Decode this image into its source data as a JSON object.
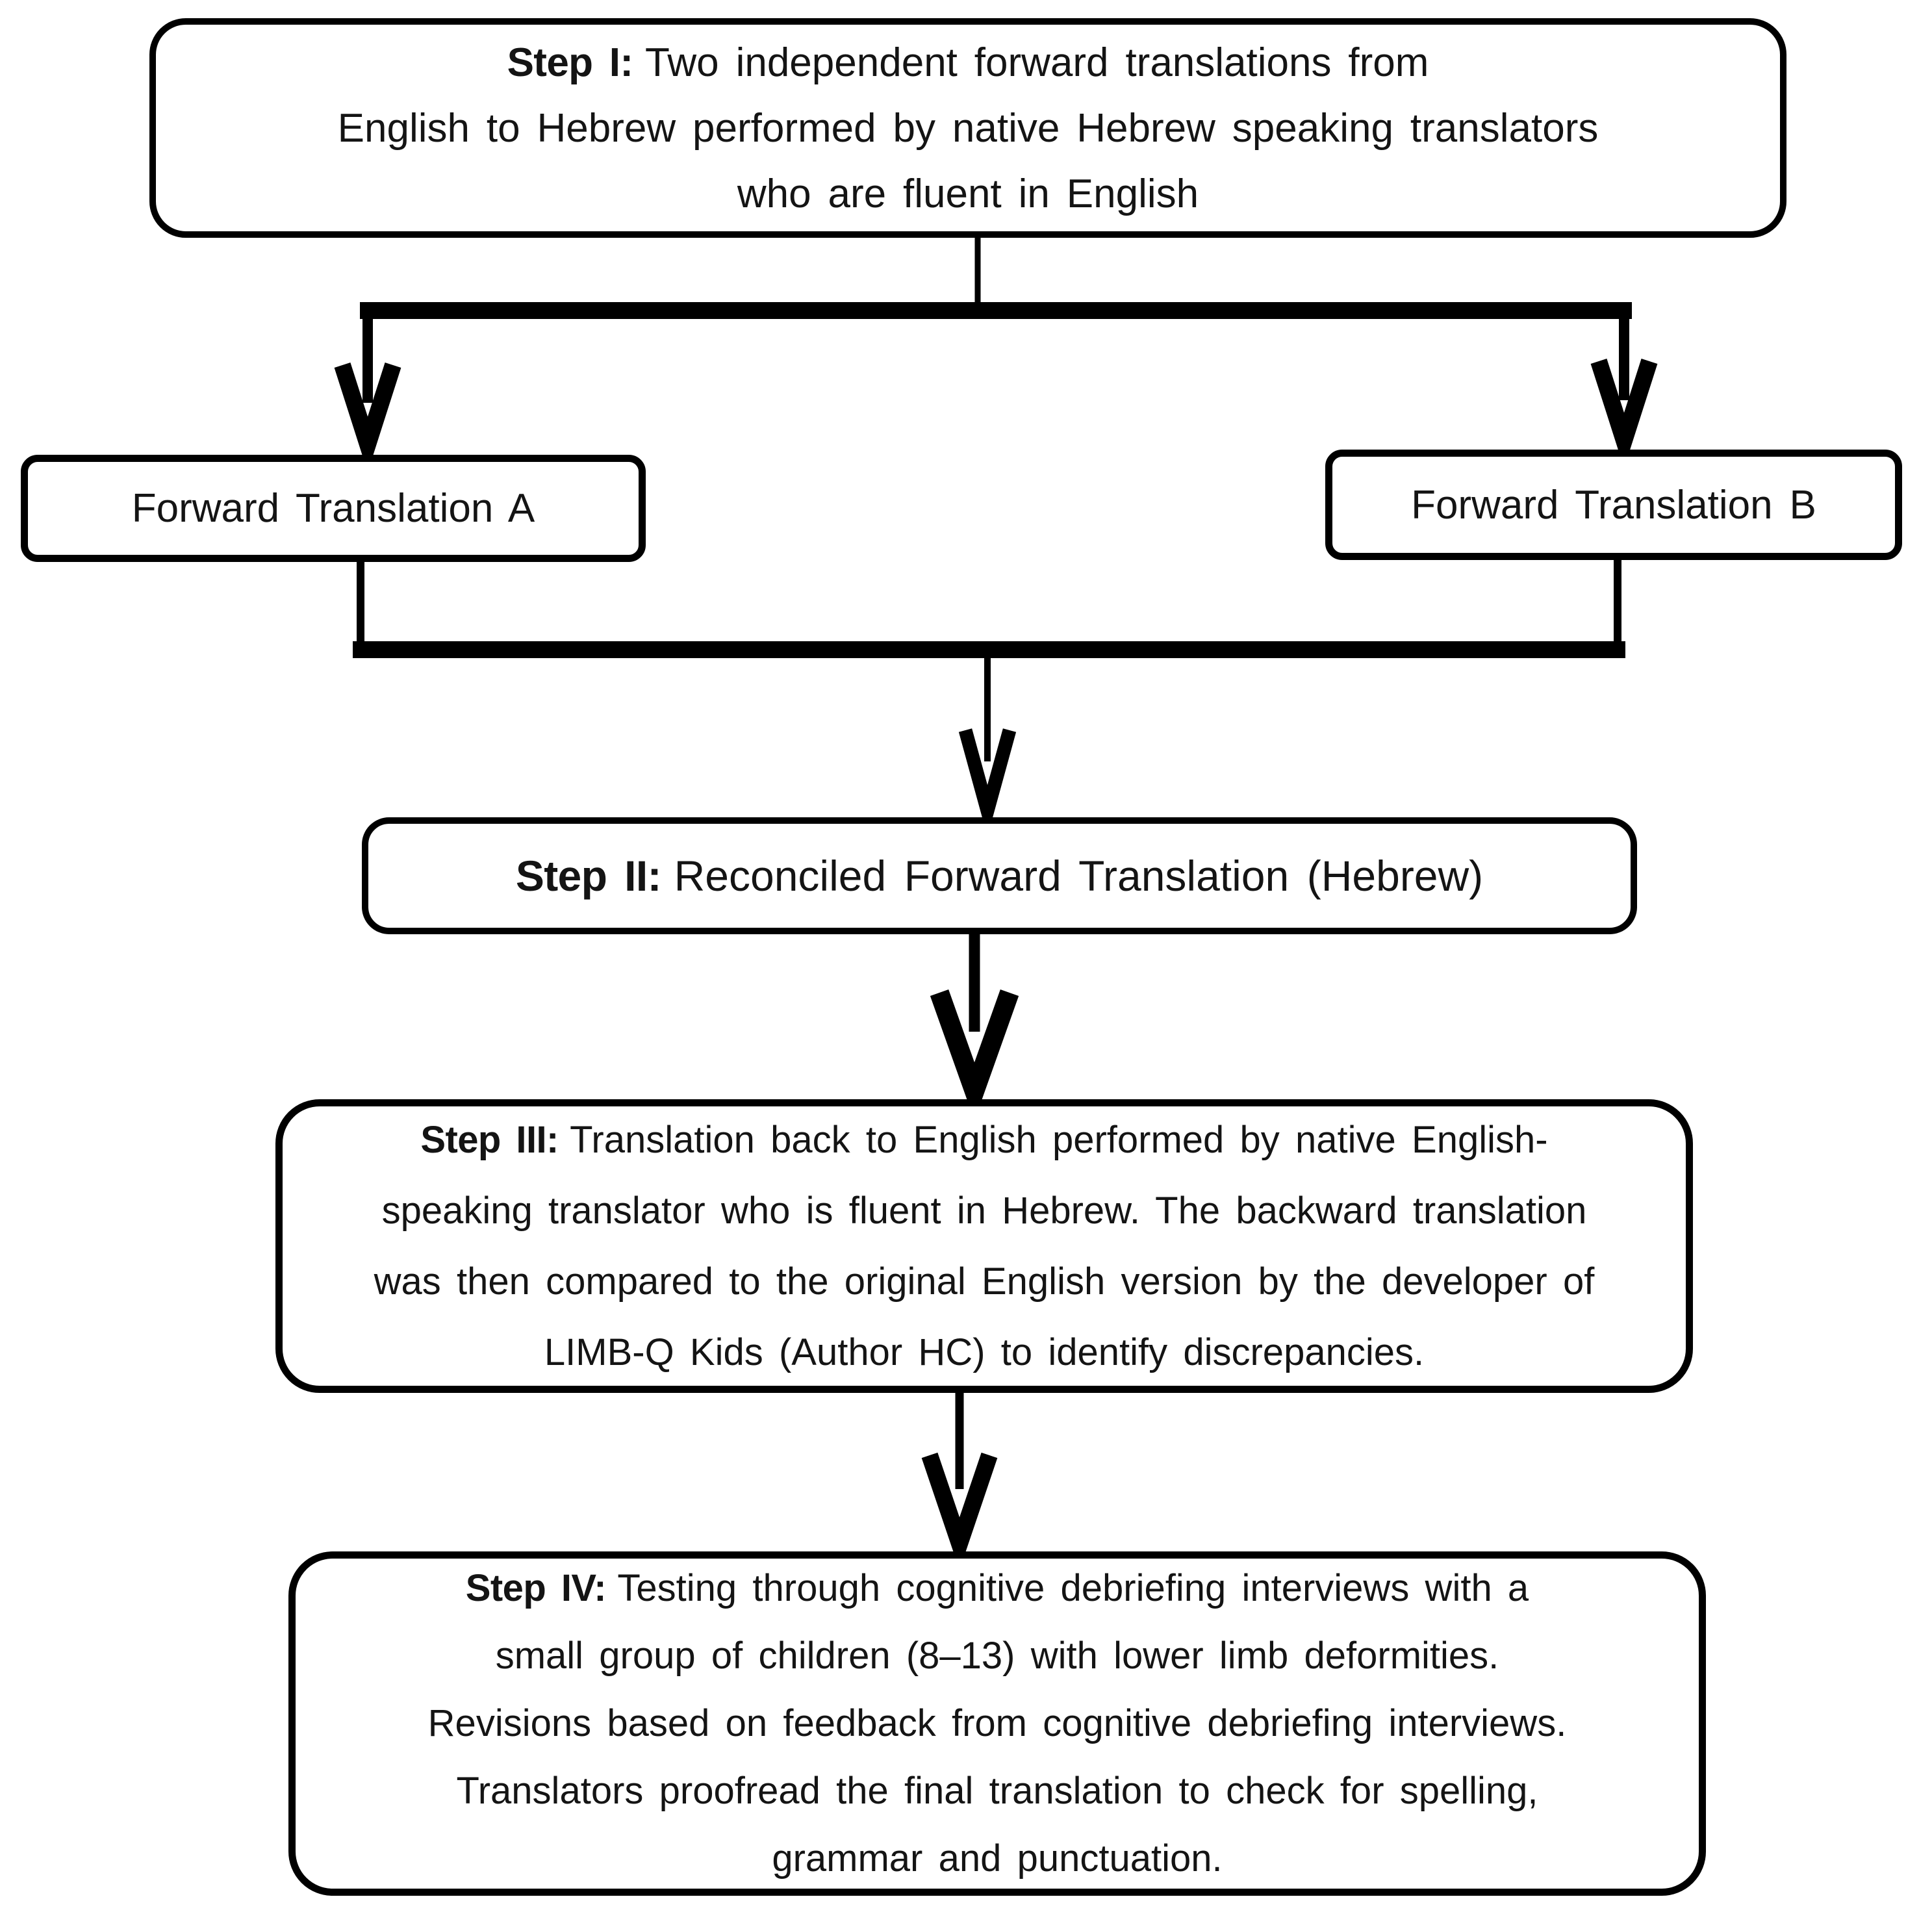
{
  "figure": {
    "type": "flowchart",
    "background_color": "#ffffff",
    "line_color": "#000000",
    "text_color": "#141414",
    "description": "Translation and cultural adaptation process flowchart (four steps)"
  },
  "boxes": {
    "step1": {
      "label": "Step I:",
      "lines": [
        "Two independent forward translations from",
        "English to Hebrew performed by native Hebrew speaking translators",
        "who are fluent in English"
      ]
    },
    "forward_a": {
      "text": "Forward Translation A"
    },
    "forward_b": {
      "text": "Forward Translation B"
    },
    "step2": {
      "label": "Step II:",
      "line": "Reconciled Forward Translation (Hebrew)"
    },
    "step3": {
      "label": "Step III:",
      "lines": [
        "Translation back to English performed by native English-",
        "speaking translator who is fluent in Hebrew. The backward translation",
        "was then compared to the original English version by the developer of",
        "LIMB-Q Kids (Author HC) to identify discrepancies."
      ]
    },
    "step4": {
      "label": "Step IV:",
      "lines": [
        "Testing through cognitive debriefing interviews with a",
        "small group of children (8–13) with lower limb deformities.",
        "Revisions based on feedback from cognitive debriefing interviews.",
        "Translators proofread the final translation to check for spelling,",
        "grammar and punctuation."
      ]
    }
  }
}
